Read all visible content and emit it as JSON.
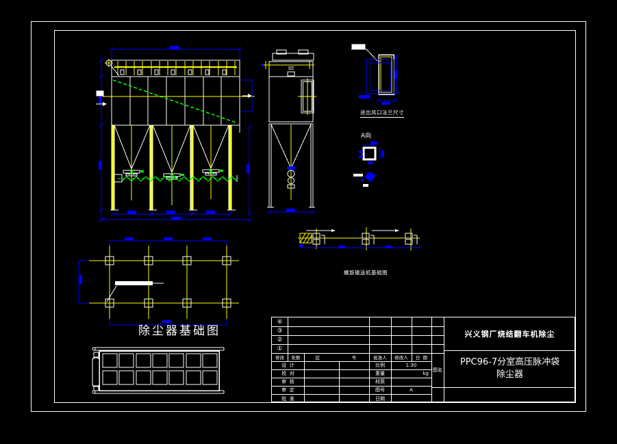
{
  "colors": {
    "line": "#ffffff",
    "dimension": "#0000ff",
    "centerline": "#ffff00",
    "auxiliary": "#00ff00",
    "background": "#000000"
  },
  "labels": {
    "flange_detail": "进出风口法兰尺寸",
    "a_view": "A向",
    "screw_foundation": "螺旋输送机基础图",
    "collector_foundation": "除尘器基础图"
  },
  "title_block": {
    "company": "兴义钢厂烧结翻车机除尘",
    "title_line1": "PPC96-7分室高压脉冲袋",
    "title_line2": "除尘器",
    "sheet_label": "图名",
    "rev_rows": [
      "④",
      "③",
      "②",
      "①"
    ],
    "header": {
      "col1": "修改",
      "col2": "处数",
      "col3a": "区",
      "col3b": "号",
      "col4": "批准人",
      "col5": "修改人",
      "col6": "日  期"
    },
    "sign_rows": [
      {
        "label": "设  计",
        "field": "比例",
        "value": "1:30"
      },
      {
        "label": "校  对",
        "field": "重量",
        "value": "kg"
      },
      {
        "label": "审  核",
        "field": "材质",
        "value": ""
      },
      {
        "label": "审  定",
        "field": "图号",
        "value": "A"
      },
      {
        "label": "批  准",
        "field": "日期",
        "value": ""
      }
    ]
  }
}
